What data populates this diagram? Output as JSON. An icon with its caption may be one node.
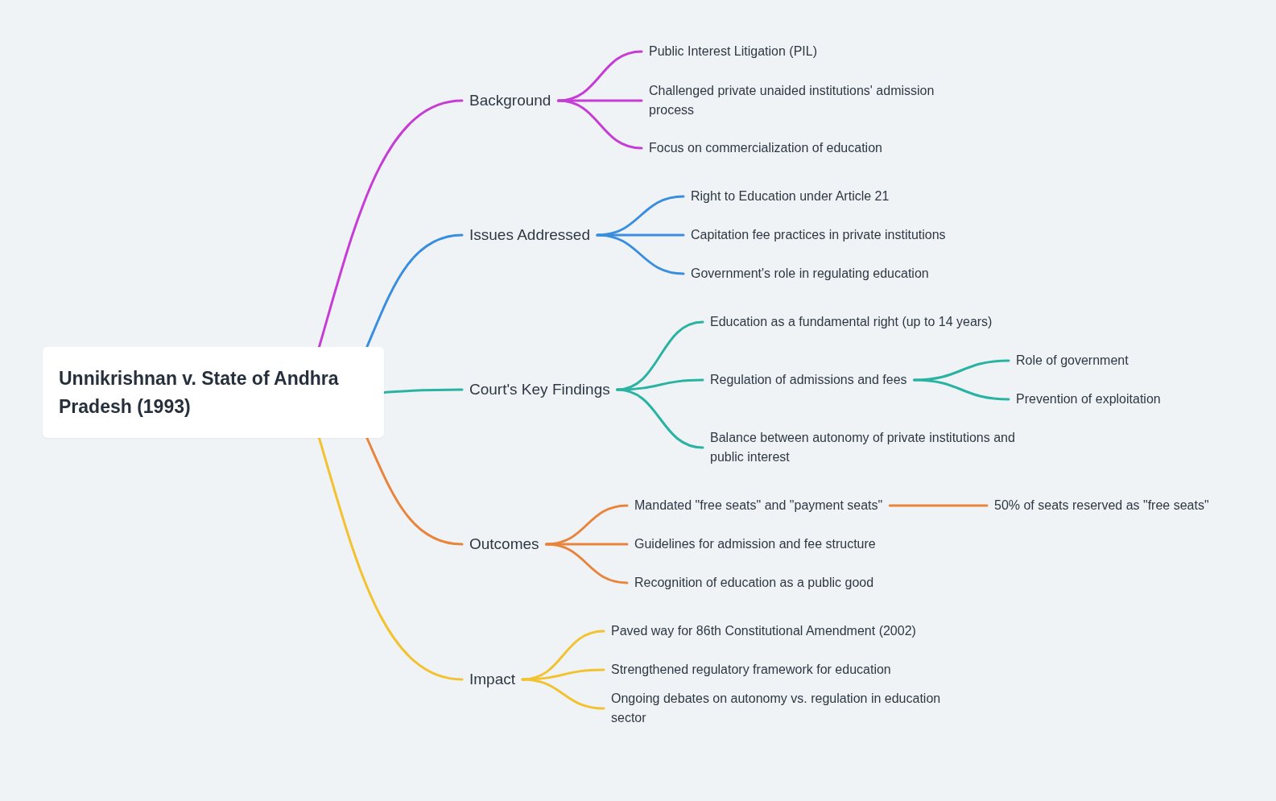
{
  "diagram": {
    "nodes": [
      {
        "text": [
          "Unnikrishnan v. State of Andhra Pradesh (1993)"
        ]
      },
      {
        "text": [
          "Background"
        ]
      },
      {
        "text": [
          "Public Interest Litigation (PIL)"
        ]
      },
      {
        "text": [
          "Challenged private unaided institutions' admission process"
        ]
      },
      {
        "text": [
          "Focus on commercialization of education"
        ]
      },
      {
        "text": [
          "Issues Addressed"
        ]
      },
      {
        "text": [
          "Right to Education under Article 21"
        ]
      },
      {
        "text": [
          "Capitation fee practices in private institutions"
        ]
      },
      {
        "text": [
          "Government's role in regulating education"
        ]
      },
      {
        "text": [
          "Court's Key Findings"
        ]
      },
      {
        "text": [
          "Education as a fundamental right (up to 14 years)"
        ]
      },
      {
        "text": [
          "Regulation of admissions and fees"
        ]
      },
      {
        "text": [
          "Role of government"
        ]
      },
      {
        "text": [
          "Prevention of exploitation"
        ]
      },
      {
        "text": [
          "Balance between autonomy of private institutions and public interest"
        ]
      },
      {
        "text": [
          "Outcomes"
        ]
      },
      {
        "text": [
          "Mandated \"free seats\" and \"payment seats\""
        ]
      },
      {
        "text": [
          "50% of seats reserved as \"free seats\""
        ]
      },
      {
        "text": [
          "Guidelines for admission and fee structure"
        ]
      },
      {
        "text": [
          "Recognition of education as a public good"
        ]
      },
      {
        "text": [
          "Impact"
        ]
      },
      {
        "text": [
          "Paved way for 86th Constitutional Amendment (2002)"
        ]
      },
      {
        "text": [
          "Strengthened regulatory framework for education"
        ]
      },
      {
        "text": [
          "Ongoing debates on autonomy vs. regulation in education sector"
        ]
      }
    ],
    "edges": [
      {
        "from": 0,
        "to": 1,
        "arrow": "none",
        "color": "#c63dd6"
      },
      {
        "from": 0,
        "to": 5,
        "arrow": "none",
        "color": "#3a8ee0"
      },
      {
        "from": 0,
        "to": 9,
        "arrow": "none",
        "color": "#2ab3a3"
      },
      {
        "from": 0,
        "to": 15,
        "arrow": "none",
        "color": "#e8843c"
      },
      {
        "from": 0,
        "to": 20,
        "arrow": "none",
        "color": "#f2c230"
      },
      {
        "from": 1,
        "to": 2,
        "arrow": "none",
        "color": "#c63dd6"
      },
      {
        "from": 1,
        "to": 3,
        "arrow": "none",
        "color": "#c63dd6"
      },
      {
        "from": 1,
        "to": 4,
        "arrow": "none",
        "color": "#c63dd6"
      },
      {
        "from": 5,
        "to": 6,
        "arrow": "none",
        "color": "#3a8ee0"
      },
      {
        "from": 5,
        "to": 7,
        "arrow": "none",
        "color": "#3a8ee0"
      },
      {
        "from": 5,
        "to": 8,
        "arrow": "none",
        "color": "#3a8ee0"
      },
      {
        "from": 9,
        "to": 10,
        "arrow": "none",
        "color": "#2ab3a3"
      },
      {
        "from": 9,
        "to": 11,
        "arrow": "none",
        "color": "#2ab3a3"
      },
      {
        "from": 11,
        "to": 12,
        "arrow": "none",
        "color": "#2ab3a3"
      },
      {
        "from": 11,
        "to": 13,
        "arrow": "none",
        "color": "#2ab3a3"
      },
      {
        "from": 9,
        "to": 14,
        "arrow": "none",
        "color": "#2ab3a3"
      },
      {
        "from": 15,
        "to": 16,
        "arrow": "none",
        "color": "#e8843c"
      },
      {
        "from": 16,
        "to": 17,
        "arrow": "none",
        "color": "#e8843c"
      },
      {
        "from": 15,
        "to": 18,
        "arrow": "none",
        "color": "#e8843c"
      },
      {
        "from": 15,
        "to": 19,
        "arrow": "none",
        "color": "#e8843c"
      },
      {
        "from": 20,
        "to": 21,
        "arrow": "none",
        "color": "#f2c230"
      },
      {
        "from": 20,
        "to": 22,
        "arrow": "none",
        "color": "#f2c230"
      },
      {
        "from": 20,
        "to": 23,
        "arrow": "none",
        "color": "#f2c230"
      }
    ]
  }
}
